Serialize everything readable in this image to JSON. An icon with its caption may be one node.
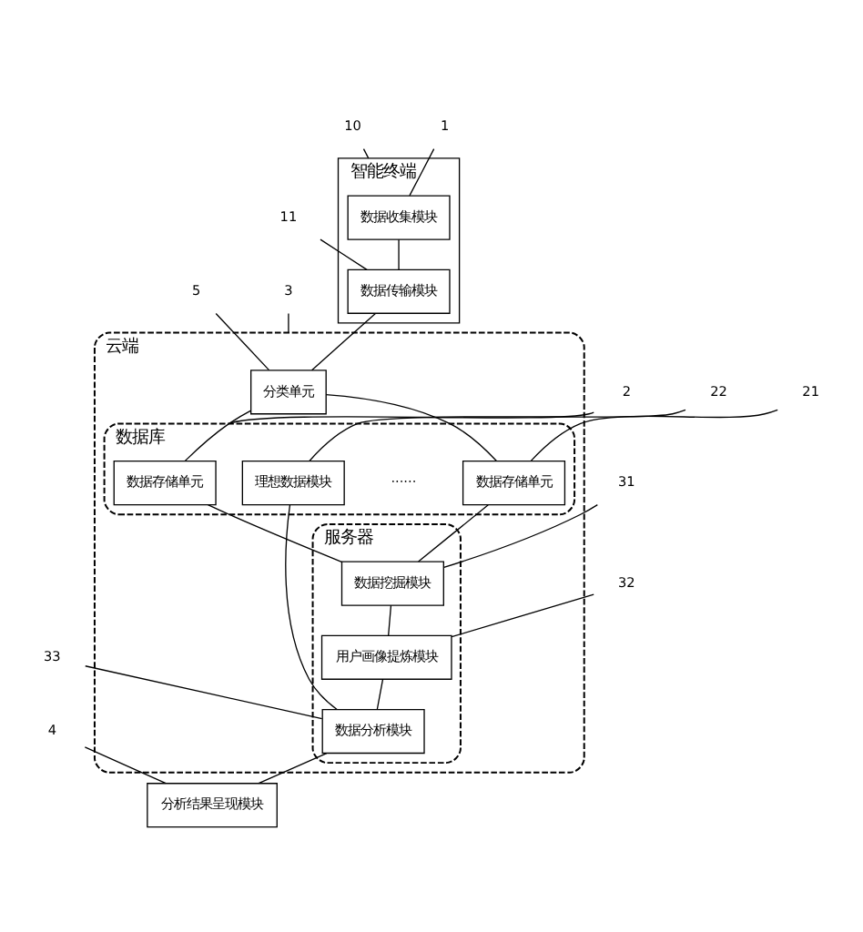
{
  "diagram": {
    "nodes": [
      {
        "text": [
          "智能终端"
        ]
      },
      {
        "text": [
          "数据收集模块"
        ],
        "in": 0
      },
      {
        "text": [
          "数据传输模块"
        ],
        "in": 0
      },
      {
        "text": [
          "云端"
        ]
      },
      {
        "text": [
          "分类单元"
        ],
        "in": 3
      },
      {
        "text": [
          "数据库"
        ],
        "in": 3
      },
      {
        "text": [
          "数据存储单元"
        ],
        "in": 5
      },
      {
        "text": [
          "数据存储单元"
        ],
        "in": 5
      },
      {
        "text": [
          "理想数据模块"
        ],
        "in": 5
      },
      {
        "text": [
          "服务器"
        ],
        "in": 3
      },
      {
        "text": [
          "数据挖掘模块"
        ],
        "in": 9
      },
      {
        "text": [
          "用户画像提炼模块"
        ],
        "in": 9
      },
      {
        "text": [
          "数据分析模块"
        ],
        "in": 9
      },
      {
        "text": [
          "分析结果呈现模块"
        ]
      },
      {
        "text": [
          "10"
        ]
      },
      {
        "text": [
          "1"
        ]
      },
      {
        "text": [
          "11"
        ]
      },
      {
        "text": [
          "5"
        ]
      },
      {
        "text": [
          "21"
        ]
      },
      {
        "text": [
          "2"
        ]
      },
      {
        "text": [
          "22"
        ]
      },
      {
        "text": [
          "3"
        ]
      },
      {
        "text": [
          "31"
        ]
      },
      {
        "text": [
          "33"
        ]
      },
      {
        "text": [
          "32"
        ]
      },
      {
        "text": [
          "4"
        ]
      }
    ],
    "edges": [
      {
        "from": 1,
        "to": 2,
        "arrow": "none"
      },
      {
        "from": 2,
        "to": 4,
        "arrow": "none"
      },
      {
        "from": 4,
        "to": 6,
        "arrow": "none"
      },
      {
        "from": 4,
        "to": 7,
        "arrow": "none"
      },
      {
        "from": 6,
        "to": 10,
        "arrow": "none"
      },
      {
        "from": 7,
        "to": 10,
        "arrow": "none"
      },
      {
        "from": 8,
        "to": 12,
        "arrow": "none"
      },
      {
        "from": 10,
        "to": 11,
        "arrow": "none"
      },
      {
        "from": 11,
        "to": 12,
        "arrow": "none"
      },
      {
        "from": 12,
        "to": 13,
        "arrow": "none"
      },
      {
        "from": 14,
        "to": 0,
        "arrow": "none"
      },
      {
        "from": 15,
        "to": 1,
        "arrow": "none"
      },
      {
        "from": 16,
        "to": 2,
        "arrow": "none"
      },
      {
        "from": 17,
        "to": 4,
        "arrow": "none"
      },
      {
        "from": 18,
        "to": 7,
        "arrow": "none"
      },
      {
        "from": 19,
        "to": 5,
        "arrow": "none"
      },
      {
        "from": 20,
        "to": 8,
        "arrow": "none"
      },
      {
        "from": 21,
        "to": 3,
        "arrow": "none"
      },
      {
        "from": 22,
        "to": 10,
        "arrow": "none"
      },
      {
        "from": 23,
        "to": 12,
        "arrow": "none"
      },
      {
        "from": 24,
        "to": 11,
        "arrow": "none"
      },
      {
        "from": 25,
        "to": 13,
        "arrow": "none"
      }
    ],
    "labels": [
      "······"
    ]
  }
}
